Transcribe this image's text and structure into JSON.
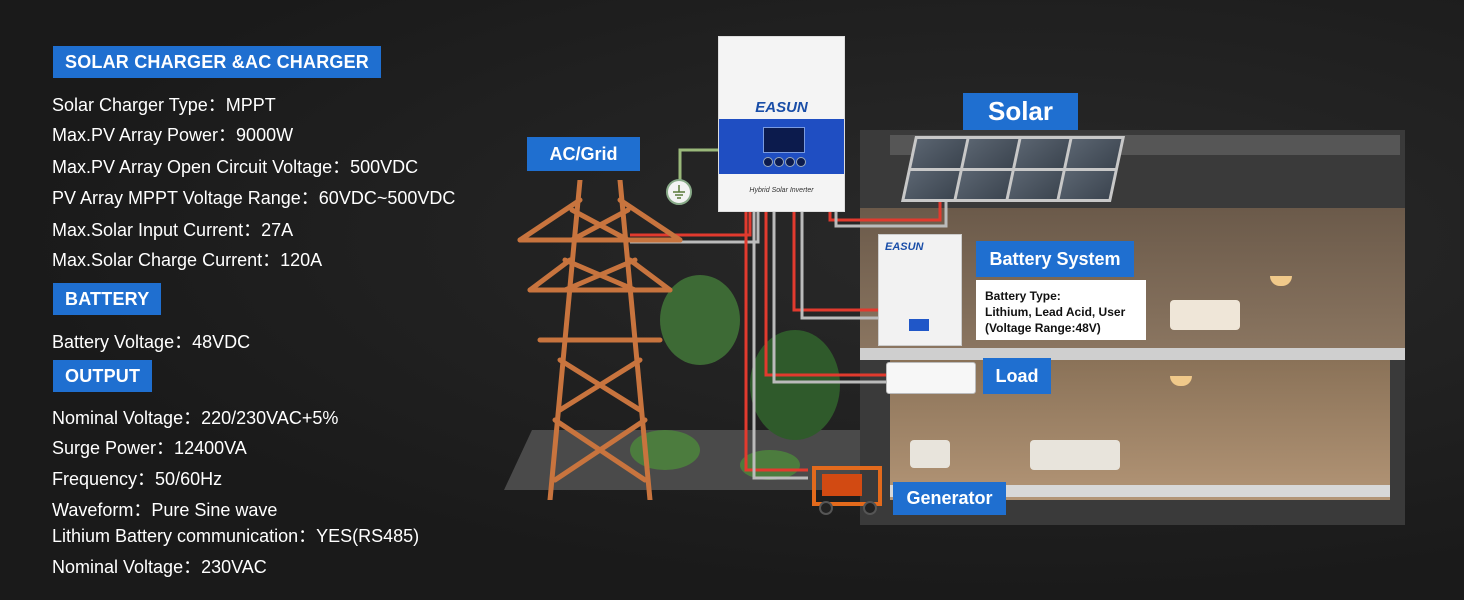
{
  "specs": {
    "solar_section": {
      "label": "SOLAR CHARGER &AC CHARGER",
      "lines": [
        "Solar Charger Type：MPPT",
        "Max.PV Array Power：9000W",
        "Max.PV Array Open Circuit Voltage：500VDC",
        "PV Array MPPT Voltage Range：60VDC~500VDC",
        "Max.Solar Input Current：27A",
        "Max.Solar Charge Current：120A"
      ]
    },
    "battery_section": {
      "label": "BATTERY",
      "lines": [
        "Battery Voltage：48VDC"
      ]
    },
    "output_section": {
      "label": "OUTPUT",
      "lines": [
        "Nominal Voltage：220/230VAC+5%",
        "Surge Power：12400VA",
        "Frequency：50/60Hz",
        "Waveform：Pure Sine wave",
        "Lithium Battery communication：YES(RS485)",
        "Nominal Voltage：230VAC"
      ]
    }
  },
  "diagram": {
    "ac_grid_label": "AC/Grid",
    "solar_label": "Solar",
    "battery_system_label": "Battery System",
    "battery_info": {
      "line1": "Battery Type:",
      "line2": "Lithium, Lead Acid, User",
      "line3": "(Voltage Range:48V)"
    },
    "load_label": "Load",
    "generator_label": "Generator",
    "inverter_logo": "EASUN",
    "inverter_caption": "Hybrid Solar Inverter",
    "battery_logo": "EASUN"
  },
  "colors": {
    "accent": "#1f6fd0",
    "background": "#1c1c1c",
    "wire_red": "#e23a2e",
    "tower": "#c8743e"
  }
}
